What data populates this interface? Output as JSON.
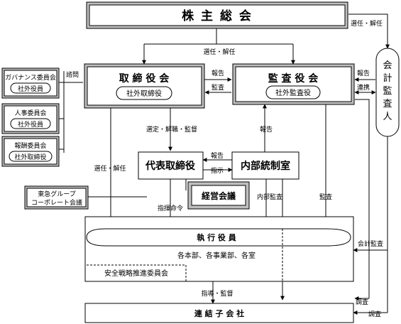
{
  "boxes": {
    "shareholders": "株 主 総 会",
    "board": "取 締 役 会",
    "board_sub": "社外取締役",
    "audit": "監 査 役 会",
    "audit_sub": "社外監査役",
    "auditor": "会計監査人",
    "governance": "ガバナンス委員会",
    "governance_sub": "社外役員",
    "personnel": "人事委員会",
    "personnel_sub": "社外役員",
    "compensation": "報酬委員会",
    "compensation_sub": "社外取締役",
    "president": "代表取締役",
    "internal_control": "内部統制室",
    "management_meeting": "経営会議",
    "group_meeting_line1": "東急グループ",
    "group_meeting_line2": "コーポレート会議",
    "officers": "執 行 役 員",
    "divisions": "各本部、各事業部、各室",
    "safety_committee": "安全戦略推進委員会",
    "subsidiaries": "連 結 子 会 社"
  },
  "labels": {
    "elect_dismiss_top": "選任・解任",
    "elect_dismiss_right": "選任・解任",
    "elect_dismiss_left": "選任・解任",
    "advisory": "諮問",
    "report_board": "報告",
    "audit_board": "監査",
    "report_auditor": "報告",
    "cooperation": "連携",
    "select_supervise": "選定・解職・監督",
    "report_internal": "報告",
    "report_president": "報告",
    "instruct": "指示",
    "command": "指揮命令",
    "internal_audit": "内部監査",
    "audit_officers": "監査",
    "accounting_audit": "会計監査",
    "guide_supervise": "指導・監督",
    "investigate_1": "調査",
    "investigate_2": "調査"
  }
}
